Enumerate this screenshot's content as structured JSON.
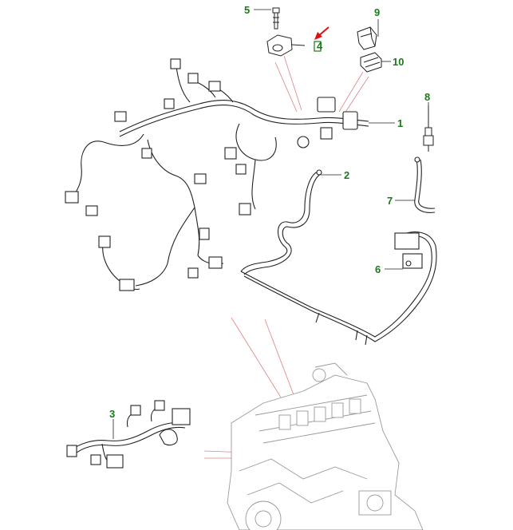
{
  "diagram": {
    "callouts": [
      {
        "id": "5",
        "label": "5"
      },
      {
        "id": "4",
        "label": "4"
      },
      {
        "id": "9",
        "label": "9"
      },
      {
        "id": "10",
        "label": "10"
      },
      {
        "id": "1",
        "label": "1"
      },
      {
        "id": "8",
        "label": "8"
      },
      {
        "id": "2",
        "label": "2"
      },
      {
        "id": "7",
        "label": "7"
      },
      {
        "id": "6",
        "label": "6"
      },
      {
        "id": "3",
        "label": "3"
      }
    ],
    "highlighted_callout": "4",
    "colors": {
      "callout_text": "#1a7a1a",
      "highlight_arrow": "#e01010",
      "reference_lines": "#e08080",
      "line_art": "#222222",
      "engine_art": "#9a9a9a"
    }
  }
}
